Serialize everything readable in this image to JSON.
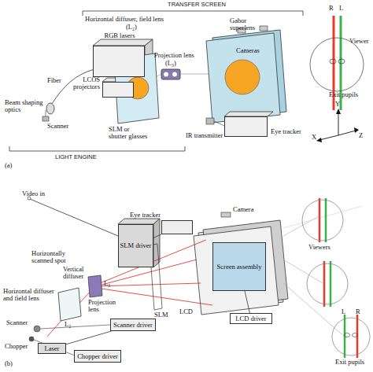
{
  "diagram": {
    "nodes": [
      {
        "text": [
          "RGB lasers"
        ]
      },
      {
        "text": [
          "LCOS projectors"
        ]
      },
      {
        "text": [
          "Eye tracker"
        ]
      },
      {
        "text": [
          "Eye tracker"
        ]
      },
      {
        "text": [
          "SLM driver"
        ]
      },
      {
        "text": [
          "Screen assembly"
        ]
      },
      {
        "text": [
          "Scanner driver"
        ]
      },
      {
        "text": [
          "Chopper driver"
        ]
      },
      {
        "text": [
          "LCD driver"
        ]
      },
      {
        "text": [
          "Laser"
        ]
      }
    ],
    "edges": [
      {
        "from": 3,
        "to": 4,
        "arrow": "none"
      },
      {
        "from": 8,
        "to": 5,
        "arrow": "none"
      },
      {
        "from": 9,
        "to": 6,
        "arrow": "none"
      }
    ],
    "labels": [
      "TRANSFER SCREEN",
      "Horizontal diffuser, field lens",
      "(L₂)",
      "Gabor superlens",
      "R",
      "L",
      "Projection lens",
      "(L₃)",
      "Cameras",
      "Viewer",
      "Fiber",
      "Beam shaping optics",
      "Scanner",
      "SLM or shutter glasses",
      "IR transmitter",
      "Exit pupils",
      "Y",
      "X",
      "Z",
      "LIGHT ENGINE",
      "(a)",
      "Video in",
      "Camera",
      "Viewers",
      "Horizontally scanned spot",
      "Vertical diffuser",
      "L₃",
      "Horizontal diffuser and field lens",
      "L₂",
      "Projection lens",
      "SLM",
      "LCD",
      "L",
      "R",
      "Exit pupils",
      "Scanner",
      "Chopper",
      "(b)"
    ]
  }
}
